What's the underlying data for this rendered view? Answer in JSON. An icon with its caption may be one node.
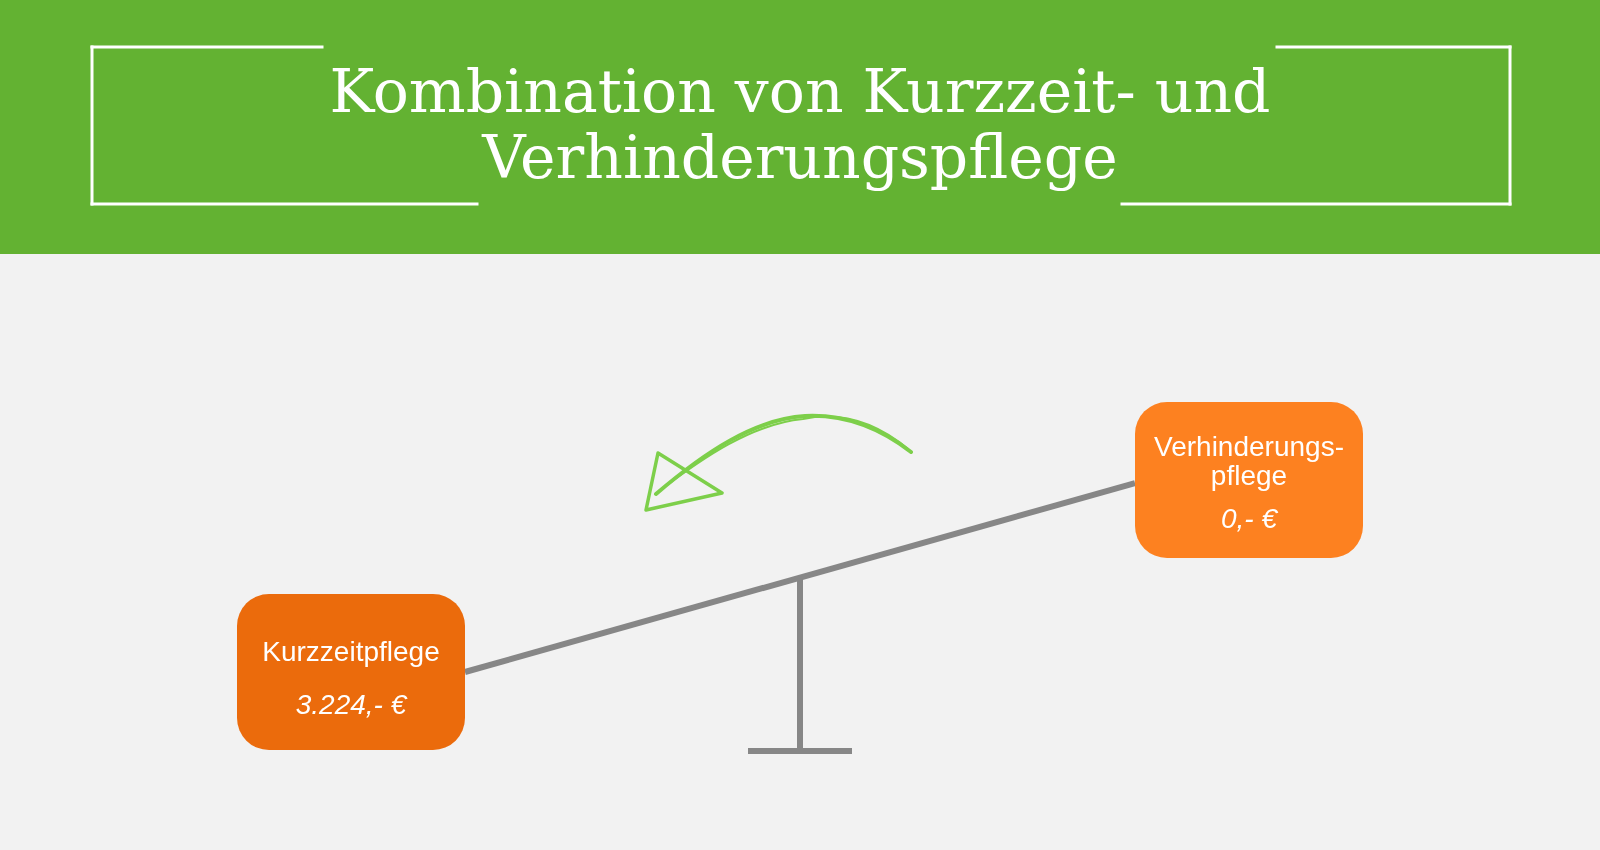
{
  "diagram": {
    "title": "Kombination von Kurzzeit- und Verhinderungspflege",
    "nodes": [
      {
        "text": [
          "Kurzzeitpflege",
          "3.224,- €"
        ]
      },
      {
        "text": [
          "Verhinderungs- pflege",
          "0,- €"
        ]
      }
    ],
    "edges": [
      {
        "from": 0,
        "to": 1,
        "arrow": "none"
      }
    ]
  }
}
